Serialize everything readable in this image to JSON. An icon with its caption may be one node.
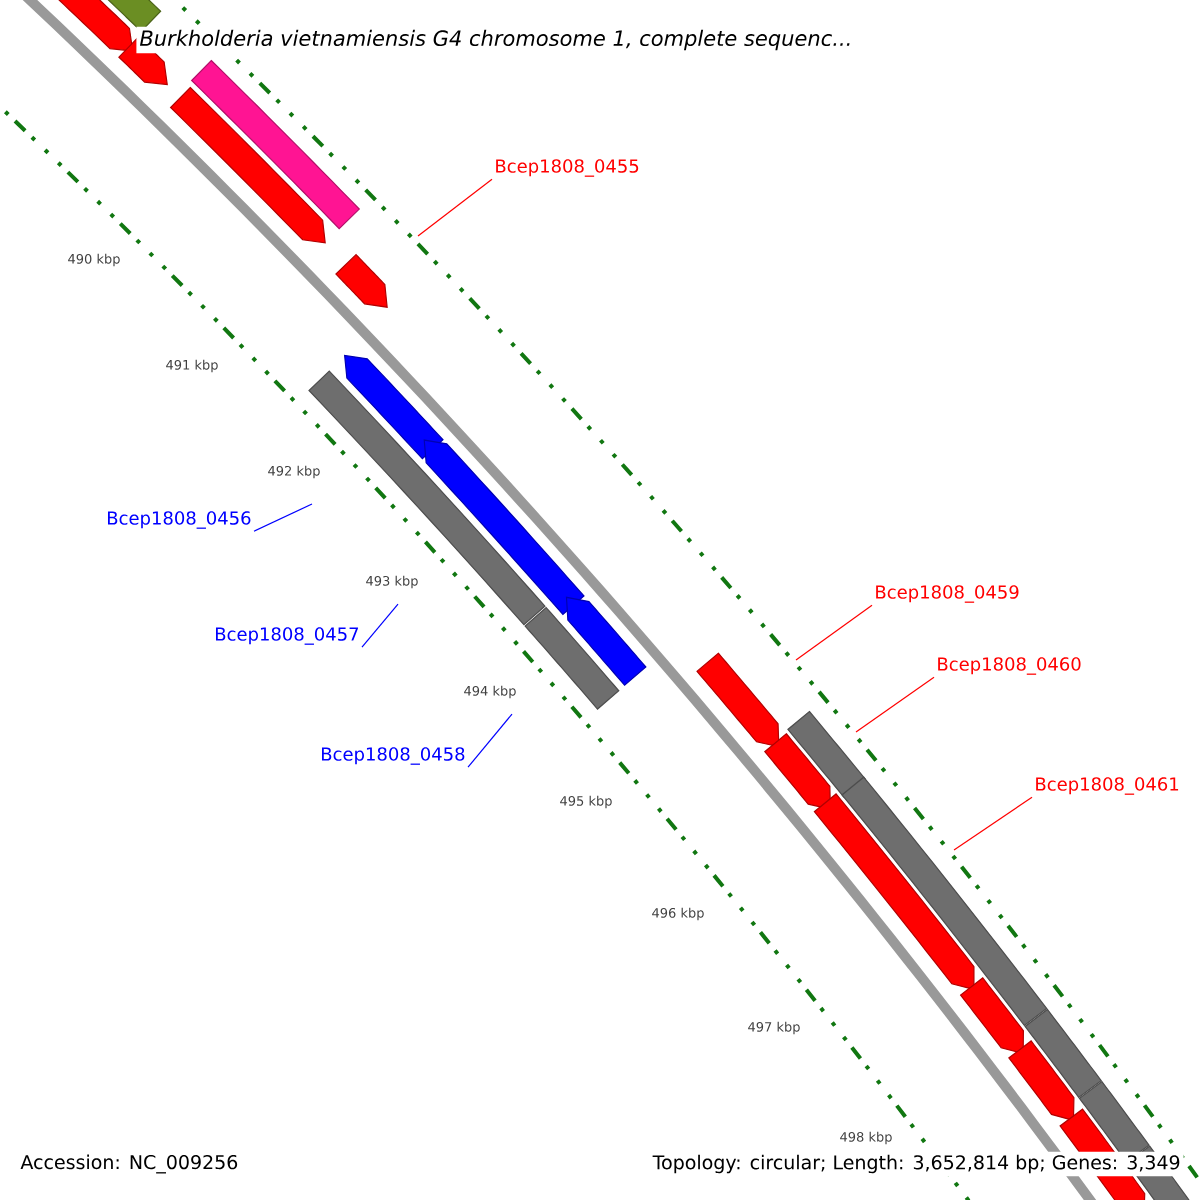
{
  "diagram": {
    "title": "Burkholderia vietnamiensis G4 chromosome 1, complete sequenc...",
    "nodes": [
      {
        "text": [
          "Bcep1808_0455"
        ]
      },
      {
        "text": [
          "Bcep1808_0456"
        ]
      },
      {
        "text": [
          "Bcep1808_0457"
        ]
      },
      {
        "text": [
          "Bcep1808_0459"
        ]
      },
      {
        "text": [
          "Bcep1808_0460"
        ]
      },
      {
        "text": [
          "Bcep1808_0458"
        ]
      },
      {
        "text": [
          "Bcep1808_0461"
        ]
      }
    ],
    "edges": [
      {
        "from": 0,
        "to": null,
        "arrow": "none"
      },
      {
        "from": 1,
        "to": null,
        "arrow": "none",
        "color": "#0000ff"
      },
      {
        "from": 2,
        "to": null,
        "arrow": "none",
        "color": "#0000ff"
      },
      {
        "from": 3,
        "to": null,
        "arrow": "none"
      },
      {
        "from": 4,
        "to": null,
        "arrow": "none"
      },
      {
        "from": 5,
        "to": null,
        "arrow": "none",
        "color": "#0000ff"
      },
      {
        "from": 6,
        "to": null,
        "arrow": "none"
      }
    ],
    "labels": [
      "490 kbp",
      "491 kbp",
      "492 kbp",
      "493 kbp",
      "494 kbp",
      "495 kbp",
      "496 kbp",
      "497 kbp",
      "498 kbp",
      "Accession: NC_009256",
      "Topology: circular; Length: 3,652,814 bp; Genes: 3,349"
    ]
  }
}
